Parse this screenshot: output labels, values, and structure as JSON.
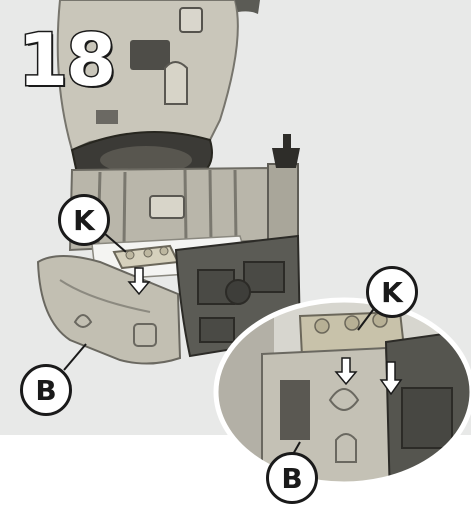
{
  "step": {
    "number": "18"
  },
  "callouts": {
    "main_k": "K",
    "main_b": "B",
    "zoom_k": "K",
    "zoom_b": "B"
  },
  "colors": {
    "background_panel": "#e8e9e8",
    "model_light": "#c9c6ba",
    "model_dark": "#5b5b55",
    "outline": "#1a1a1a"
  }
}
